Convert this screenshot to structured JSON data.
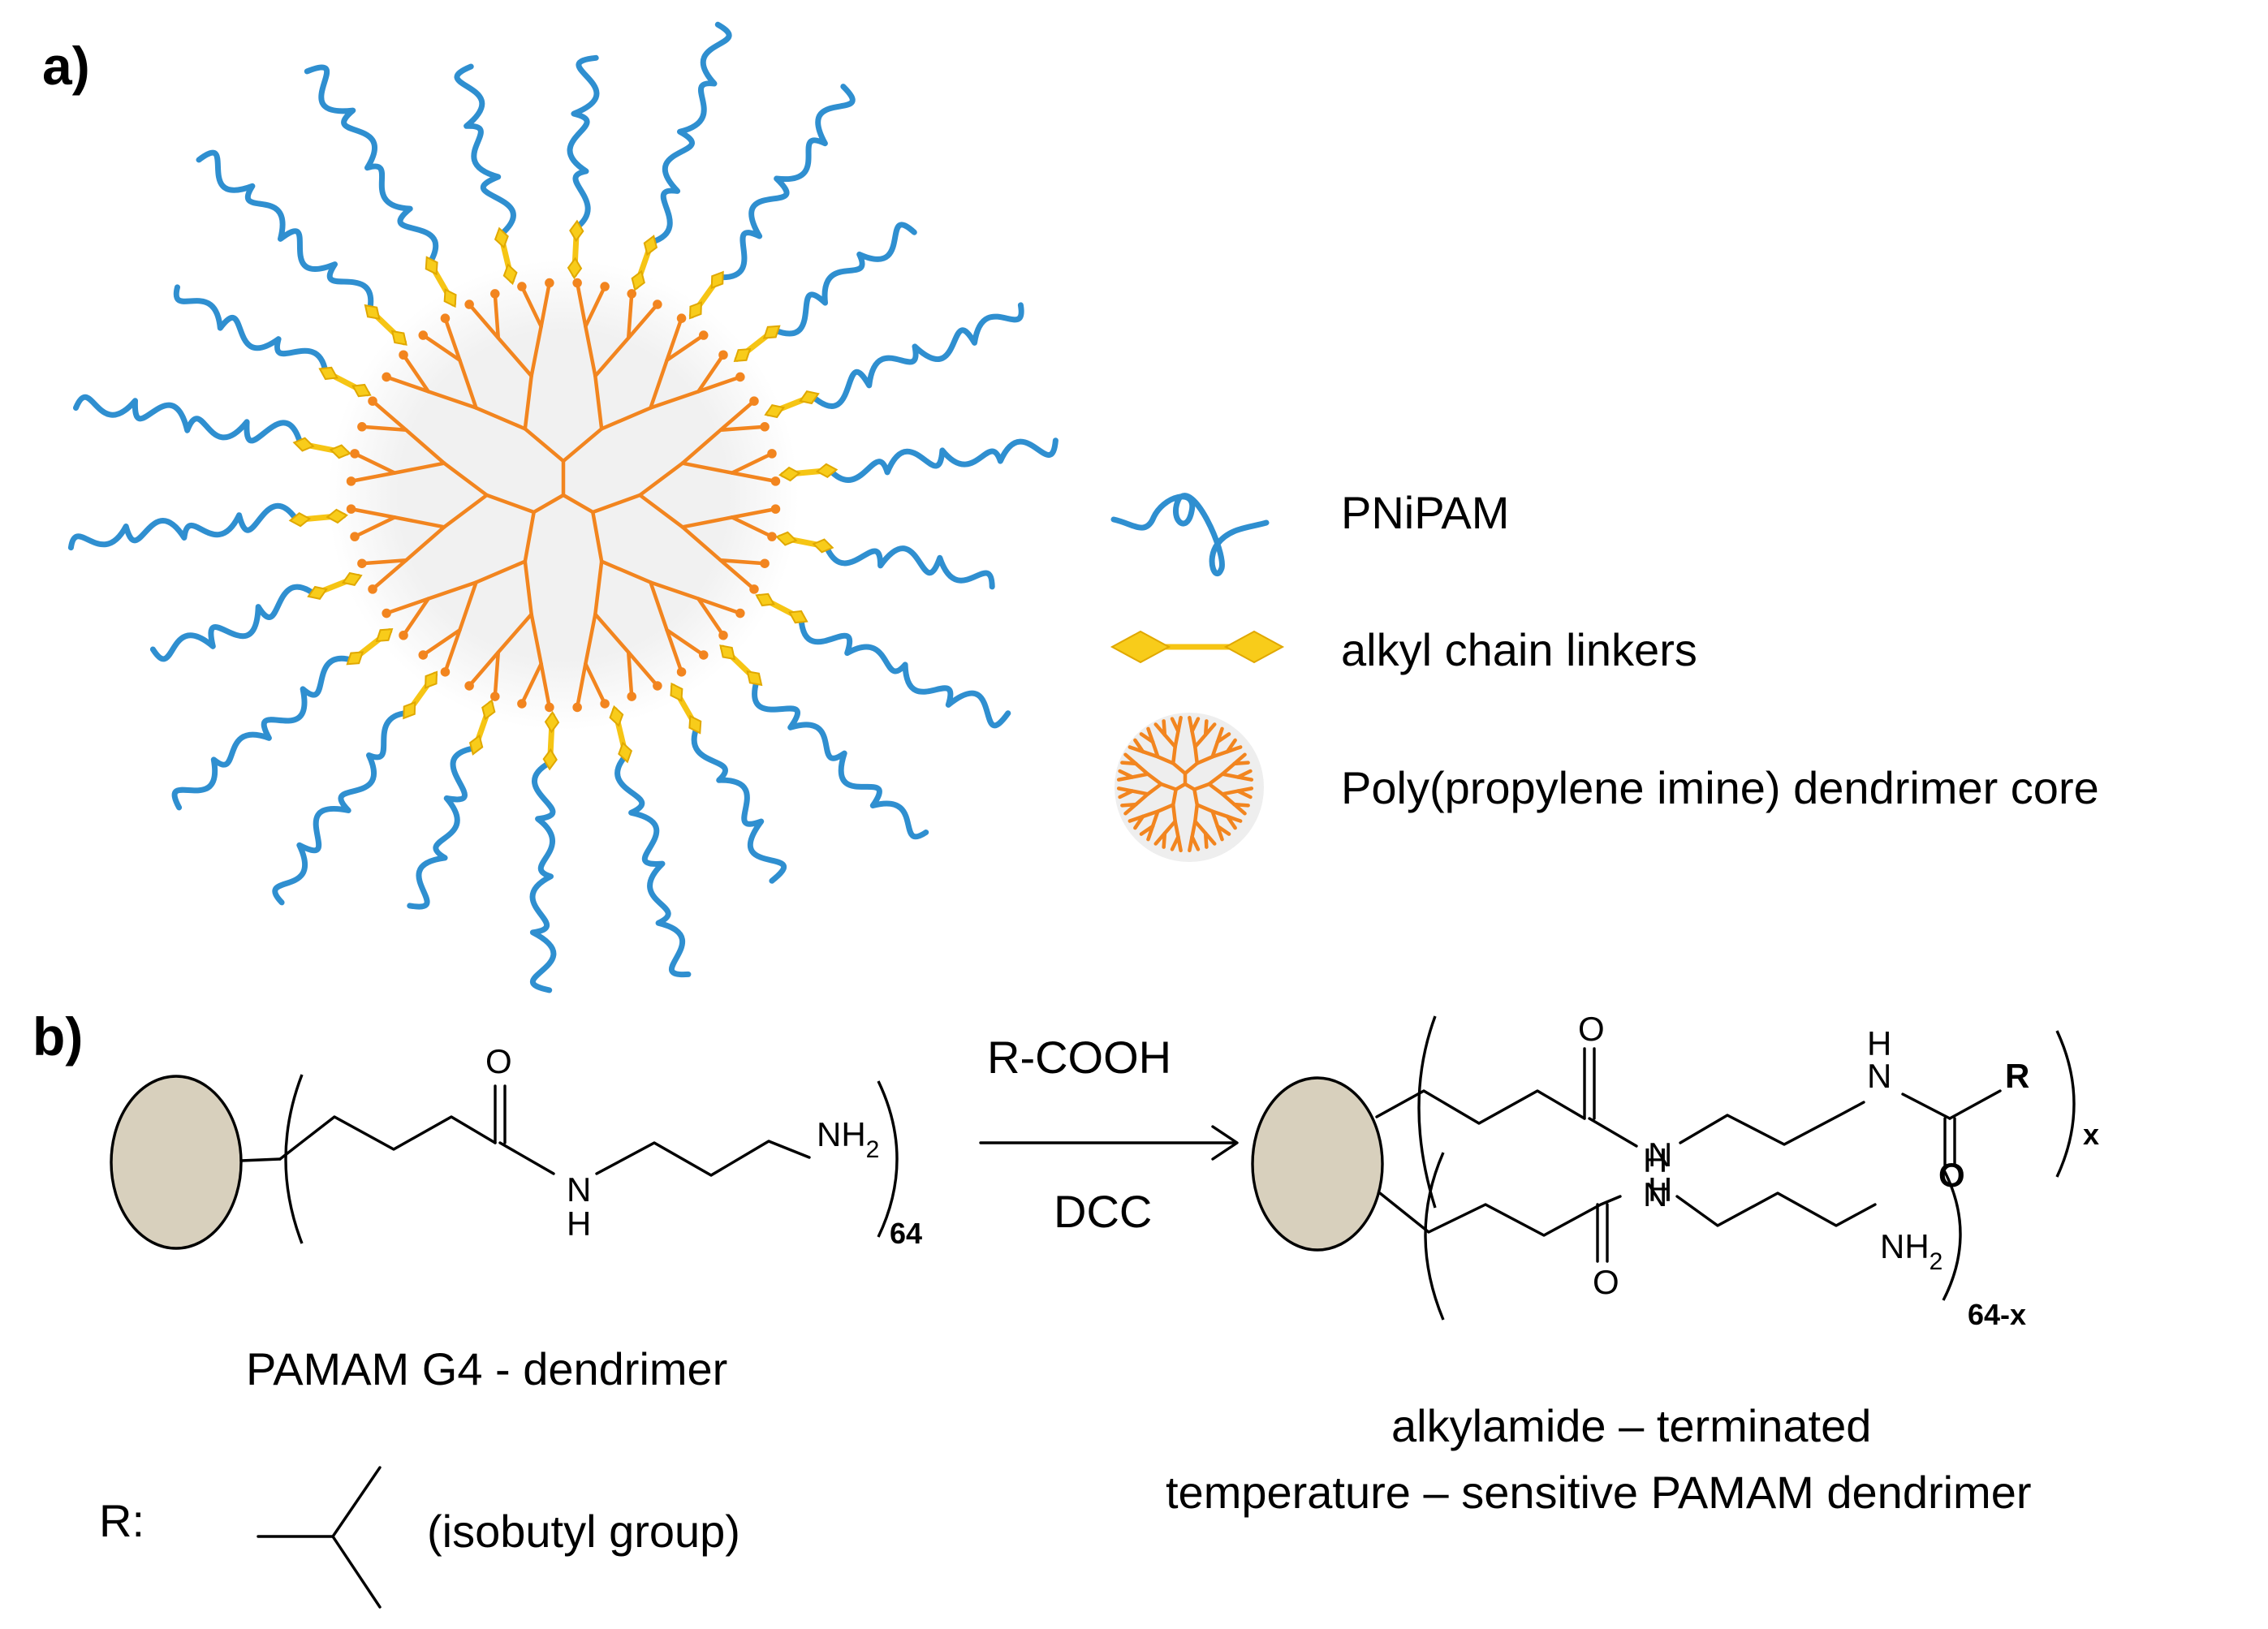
{
  "panel_a": {
    "label": "a)",
    "legend": [
      {
        "key": "pnipam",
        "text": "PNiPAM",
        "color": "#2f8fd0"
      },
      {
        "key": "linker",
        "text": "alkyl chain linkers",
        "color": "#f8cc1a"
      },
      {
        "key": "core",
        "text": "Poly(propylene imine) dendrimer core",
        "color": "#f2851f"
      }
    ]
  },
  "panel_b": {
    "label": "b)",
    "reactant": {
      "oxygen": "O",
      "nh2_main": "NH",
      "nh2_sub": "2",
      "nh_n": "N",
      "nh_h": "H",
      "multiplier": "64",
      "caption": "PAMAM G4 - dendrimer"
    },
    "arrow": {
      "reagent_top": "R-COOH",
      "reagent_bottom": "DCC"
    },
    "product": {
      "o_top": "O",
      "h_top": "H",
      "n_left": "N",
      "n_right": "N",
      "h_left": "H",
      "r_group": "R",
      "o_carbonyl": "O",
      "x_subscript": "x",
      "h_lower": "H",
      "n_lower": "N",
      "o_lower": "O",
      "nh2_main": "NH",
      "nh2_sub": "2",
      "lower_subscript": "64-x",
      "caption_line1": "alkylamide – terminated",
      "caption_line2": "temperature – sensitive PAMAM dendrimer"
    },
    "r_definition": {
      "label": "R:",
      "name": "(isobutyl group)"
    },
    "core_fill": "#d8d0bd"
  }
}
